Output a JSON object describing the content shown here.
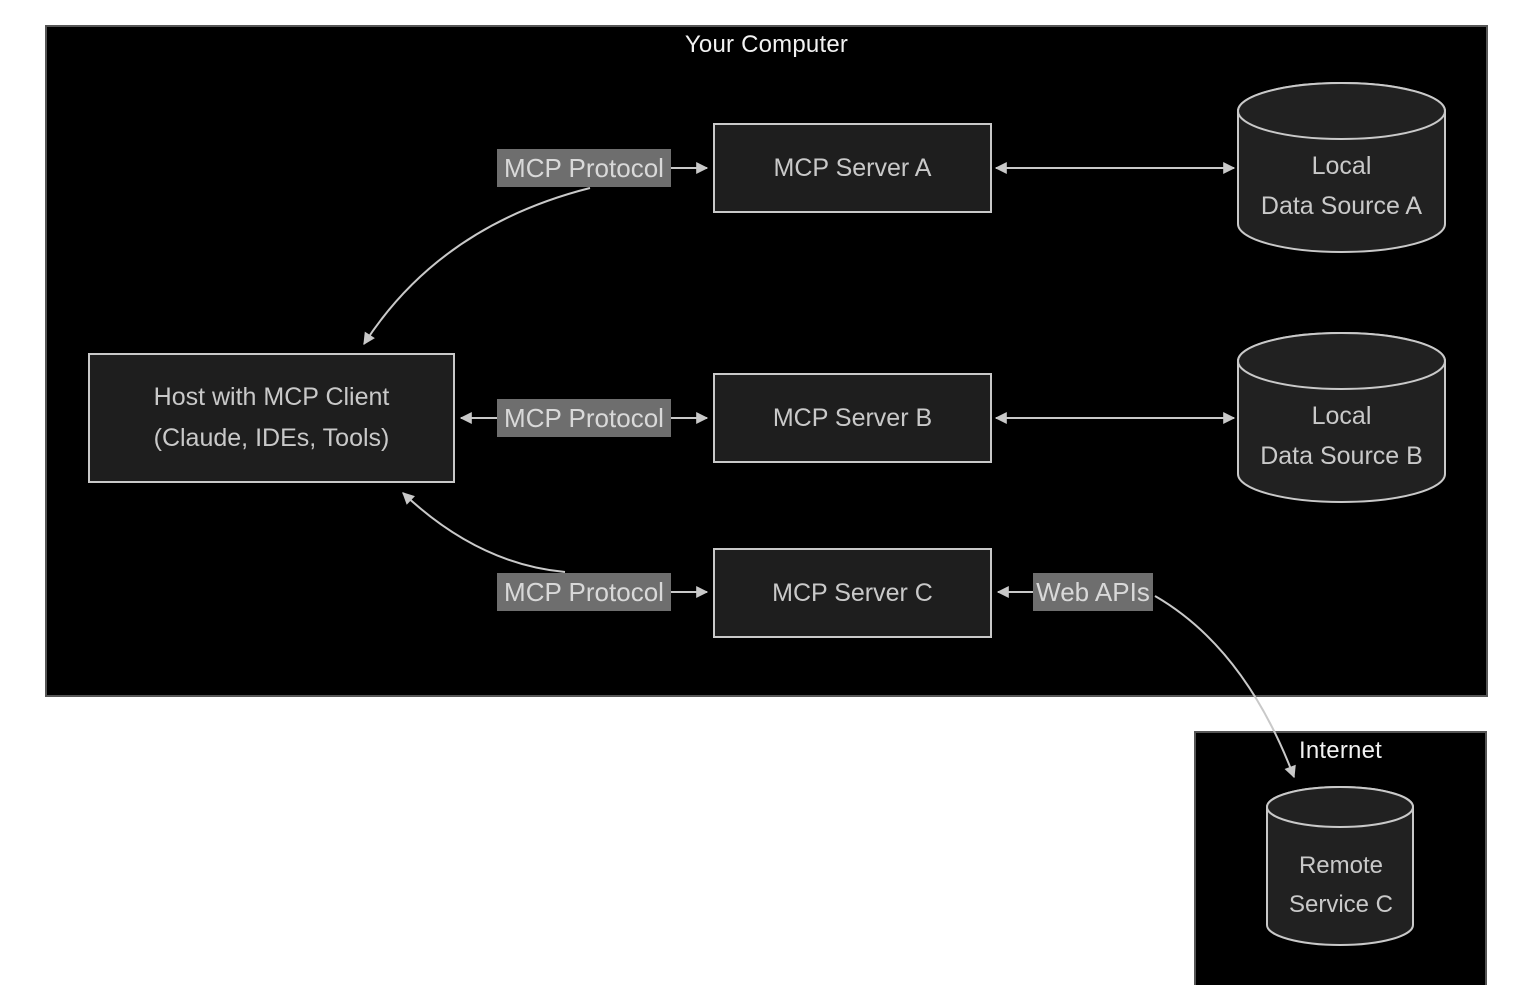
{
  "diagram": {
    "computer_panel": {
      "title": "Your Computer"
    },
    "host": {
      "line1": "Host with MCP Client",
      "line2": "(Claude, IDEs, Tools)"
    },
    "servers": [
      {
        "label": "MCP Server A"
      },
      {
        "label": "MCP Server B"
      },
      {
        "label": "MCP Server C"
      }
    ],
    "data_sources": [
      {
        "line1": "Local",
        "line2": "Data Source A"
      },
      {
        "line1": "Local",
        "line2": "Data Source B"
      }
    ],
    "chips": [
      "MCP Protocol",
      "MCP Protocol",
      "MCP Protocol"
    ],
    "web_apis_chip": "Web APIs",
    "internet_panel": {
      "title": "Internet",
      "remote_service": {
        "line1": "Remote",
        "line2": "Service C"
      }
    },
    "colors": {
      "canvas_bg": "#ffffff",
      "panel_bg": "#000000",
      "panel_border": "#565656",
      "node_bg": "#1e1e1e",
      "node_border": "#c9c9c9",
      "node_text": "#c9c9c9",
      "chip_bg": "#6e6e6e",
      "chip_text": "#d9d9d9",
      "connector": "#c9c9c9",
      "title_text": "#f2f2f2"
    }
  }
}
